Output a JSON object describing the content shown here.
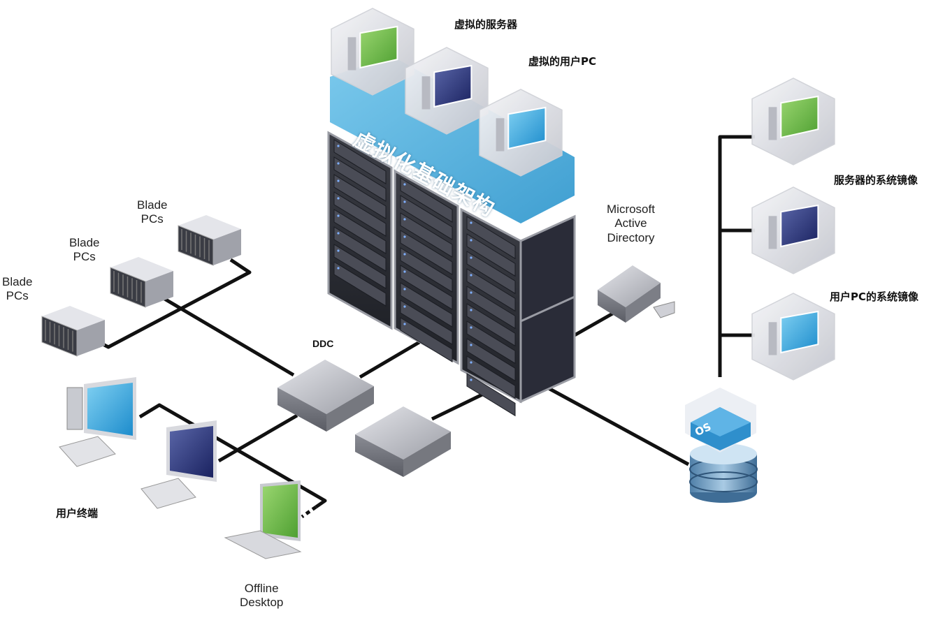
{
  "title": "虚拟化基础架构",
  "labels": {
    "virtual_servers": "虚拟的服务器",
    "virtual_user_pcs": "虚拟的用户PC",
    "infrastructure": "虚拟化基础架构",
    "blade_pcs": [
      "Blade\nPCs",
      "Blade\nPCs",
      "Blade\nPCs"
    ],
    "ad": "Microsoft\nActive\nDirectory",
    "ddc": "DDC",
    "server_image": "服务器的系统镜像",
    "user_pc_image": "用户PC的系统镜像",
    "user_terminals": "用户终端",
    "offline_desktop": "Offline\nDesktop",
    "os_badge": "OS"
  },
  "colors": {
    "band": "#3aa7d8",
    "screen_green": "#6cc04a",
    "screen_navy": "#2a3578",
    "screen_blue": "#2fa6e0",
    "line": "#111111"
  }
}
